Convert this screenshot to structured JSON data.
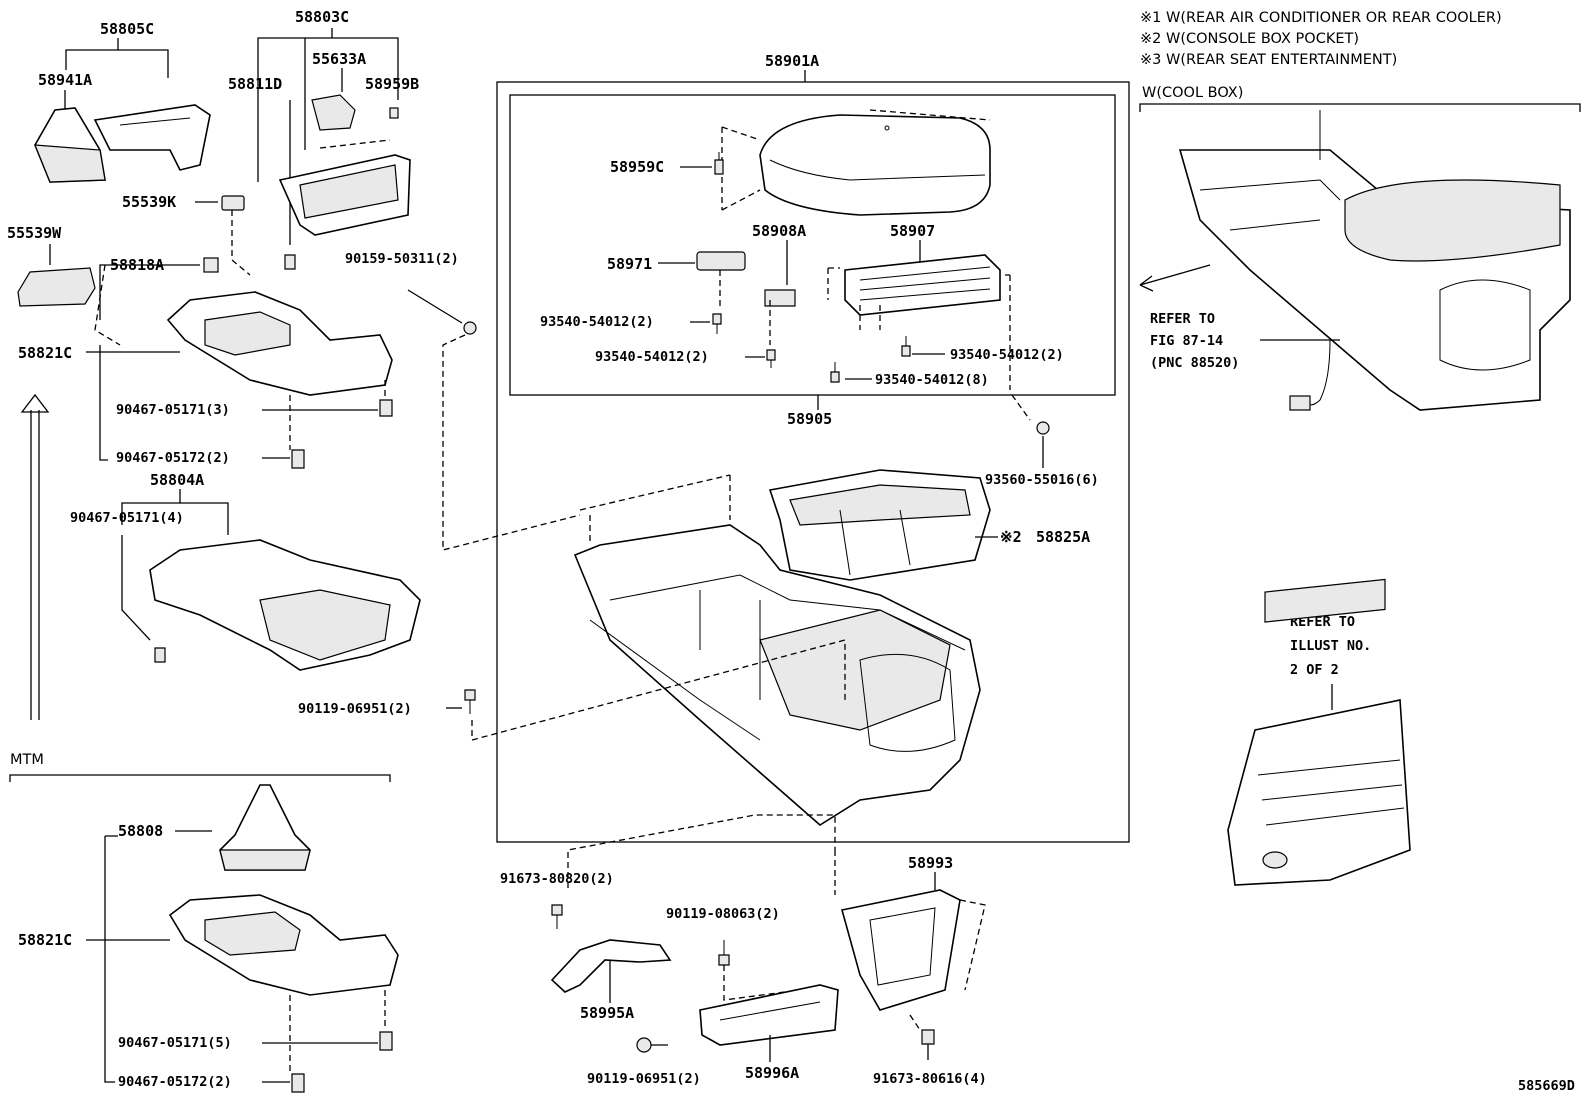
{
  "labels": {
    "p58805C": "58805C",
    "p58941A": "58941A",
    "p58803C": "58803C",
    "p55633A": "55633A",
    "p58811D": "58811D",
    "p58959B": "58959B",
    "p55539K": "55539K",
    "p55539W": "55539W",
    "p58818A": "58818A",
    "p58821C_top": "58821C",
    "p90467_05171_3": "90467-05171(3)",
    "p90467_05172_2_top": "90467-05172(2)",
    "p58804A": "58804A",
    "p90467_05171_4": "90467-05171(4)",
    "p90119_06951_2_mid": "90119-06951(2)",
    "p90159_50311_2": "90159-50311(2)",
    "p58901A": "58901A",
    "p58959C": "58959C",
    "p58971": "58971",
    "p58908A": "58908A",
    "p58907": "58907",
    "p93540_54012_2_a": "93540-54012(2)",
    "p93540_54012_2_b": "93540-54012(2)",
    "p93540_54012_2_c": "93540-54012(2)",
    "p93540_54012_8": "93540-54012(8)",
    "p58905": "58905",
    "p93560_55016_6": "93560-55016(6)",
    "p58825A": "58825A",
    "p58825A_mark": "※2",
    "mtm": "MTM",
    "p58808": "58808",
    "p58821C_bot": "58821C",
    "p90467_05171_5": "90467-05171(5)",
    "p90467_05172_2_bot": "90467-05172(2)",
    "p91673_80820_2": "91673-80820(2)",
    "p58995A": "58995A",
    "p90119_08063_2": "90119-08063(2)",
    "p90119_06951_2_bot": "90119-06951(2)",
    "p58996A": "58996A",
    "p58993": "58993",
    "p91673_80616_4": "91673-80616(4)",
    "diagram_id": "585669D"
  },
  "notes": {
    "n1": "※1 W(REAR AIR CONDITIONER OR REAR COOLER)",
    "n2": "※2 W(CONSOLE BOX POCKET)",
    "n3": "※3 W(REAR SEAT ENTERTAINMENT)",
    "cool_box": "W(COOL BOX)",
    "refer1_line1": "REFER TO",
    "refer1_line2": "FIG 87-14",
    "refer1_line3": "(PNC 88520)",
    "refer2_line1": "REFER TO",
    "refer2_line2": "ILLUST NO.",
    "refer2_line3": "2 OF 2"
  }
}
